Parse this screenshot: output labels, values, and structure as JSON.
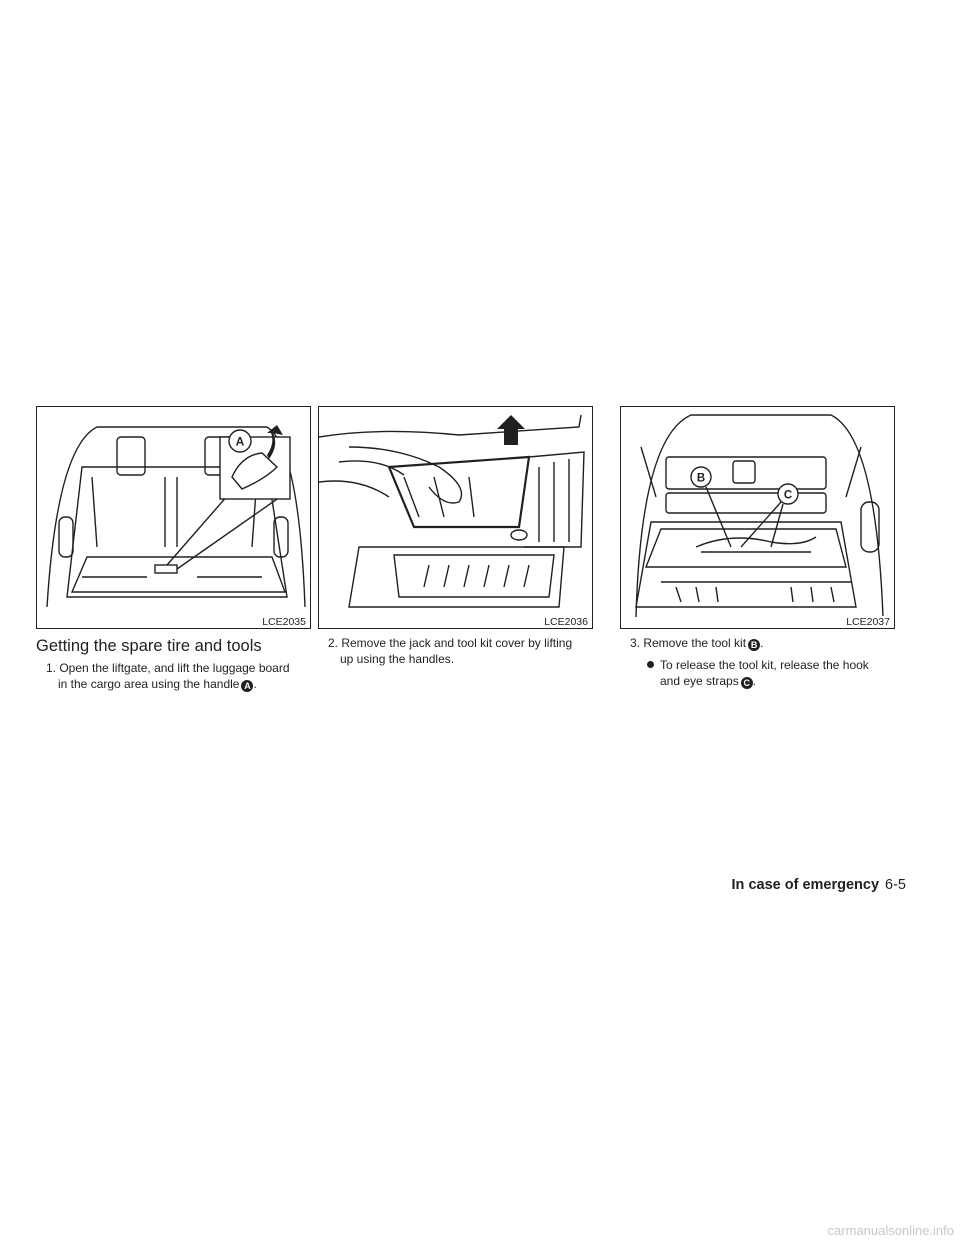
{
  "figures": [
    {
      "code": "LCE2035",
      "callouts": [
        "A"
      ]
    },
    {
      "code": "LCE2036",
      "callouts": []
    },
    {
      "code": "LCE2037",
      "callouts": [
        "B",
        "C"
      ]
    }
  ],
  "section_title": "Getting the spare tire and tools",
  "steps": {
    "step1": {
      "line1": "1.  Open the liftgate, and lift the luggage board",
      "line2": "in the cargo area using the handle",
      "callout": "A",
      "end": "."
    },
    "step2": {
      "line1": "2.  Remove the jack and tool kit cover by lifting",
      "line2": "up using the handles."
    },
    "step3": {
      "line1": "3.  Remove the tool kit",
      "callout": "B",
      "end": ".",
      "bullet_line1": "To release the tool kit, release the hook",
      "bullet_line2": "and eye straps",
      "bullet_callout": "C",
      "bullet_end": "."
    }
  },
  "footer": {
    "section": "In case of emergency",
    "page": "6-5"
  },
  "watermark": "carmanualsonline.info",
  "colors": {
    "ink": "#231f20"
  }
}
